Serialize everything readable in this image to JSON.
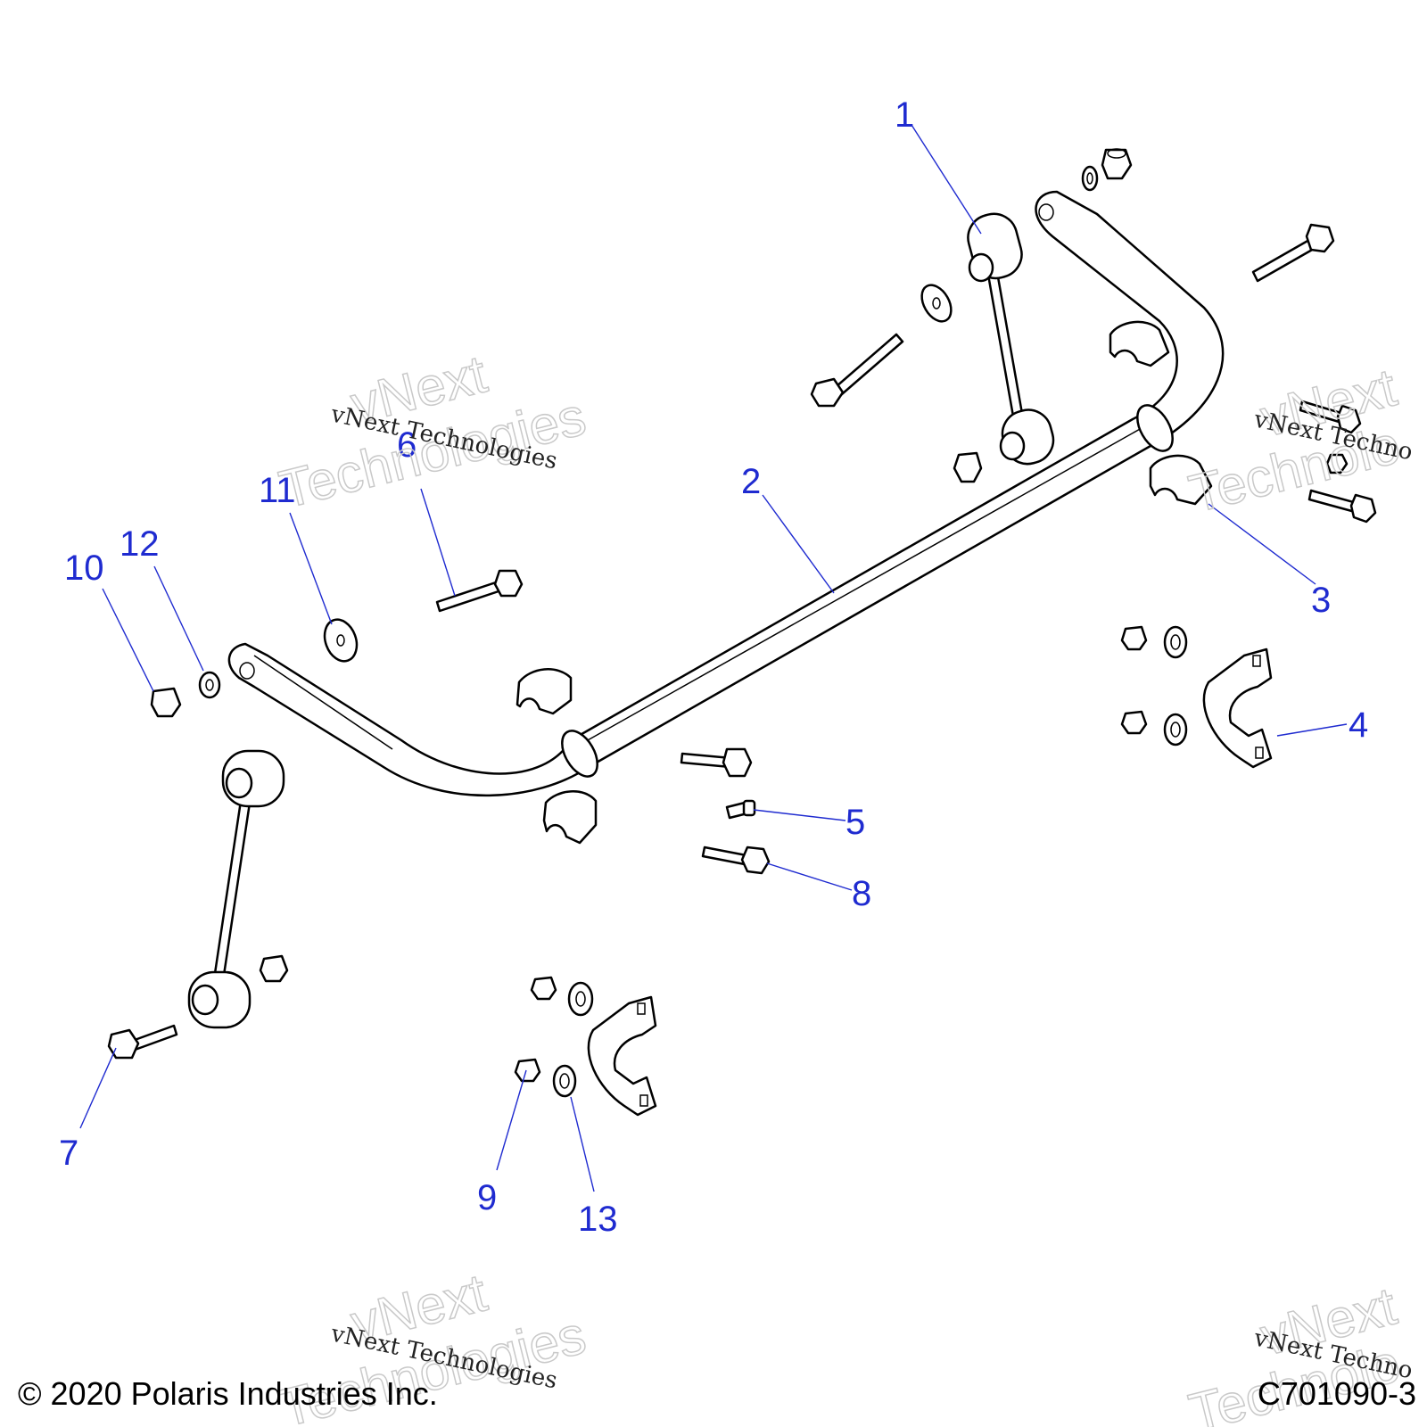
{
  "callouts": [
    {
      "num": "1"
    },
    {
      "num": "2"
    },
    {
      "num": "3"
    },
    {
      "num": "4"
    },
    {
      "num": "5"
    },
    {
      "num": "6"
    },
    {
      "num": "7"
    },
    {
      "num": "8"
    },
    {
      "num": "9"
    },
    {
      "num": "10"
    },
    {
      "num": "11"
    },
    {
      "num": "12"
    },
    {
      "num": "13"
    }
  ],
  "watermark": {
    "small": "vNext Technologies",
    "big_line1": "vNext",
    "big_line2": "Technologies",
    "right_small": "vNext Techno",
    "right_big1": "vNext",
    "right_big2": "Technolo"
  },
  "footer": {
    "copyright": "© 2020 Polaris Industries Inc.",
    "code": "C701090-3"
  },
  "colors": {
    "callout": "#1f2bd0",
    "line": "#000000",
    "background": "#ffffff"
  }
}
